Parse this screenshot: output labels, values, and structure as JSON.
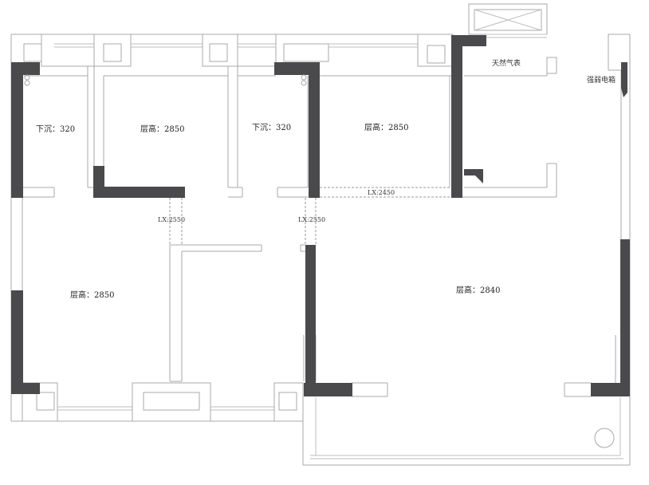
{
  "rooms": {
    "bedroom_nw_sink": "下沉：320",
    "bedroom_n": "层高：2850",
    "bath_mid_sink": "下沉：320",
    "bedroom_ne": "层高：2850",
    "bedroom_sw": "层高：2850",
    "living": "层高：2840"
  },
  "beams": {
    "lx_left": "LX:2550",
    "lx_mid": "LX:2550",
    "lx_kitchen": "LX:2450"
  },
  "labels": {
    "gas_meter": "天然气表",
    "weak_current_box": "强弱电箱"
  }
}
